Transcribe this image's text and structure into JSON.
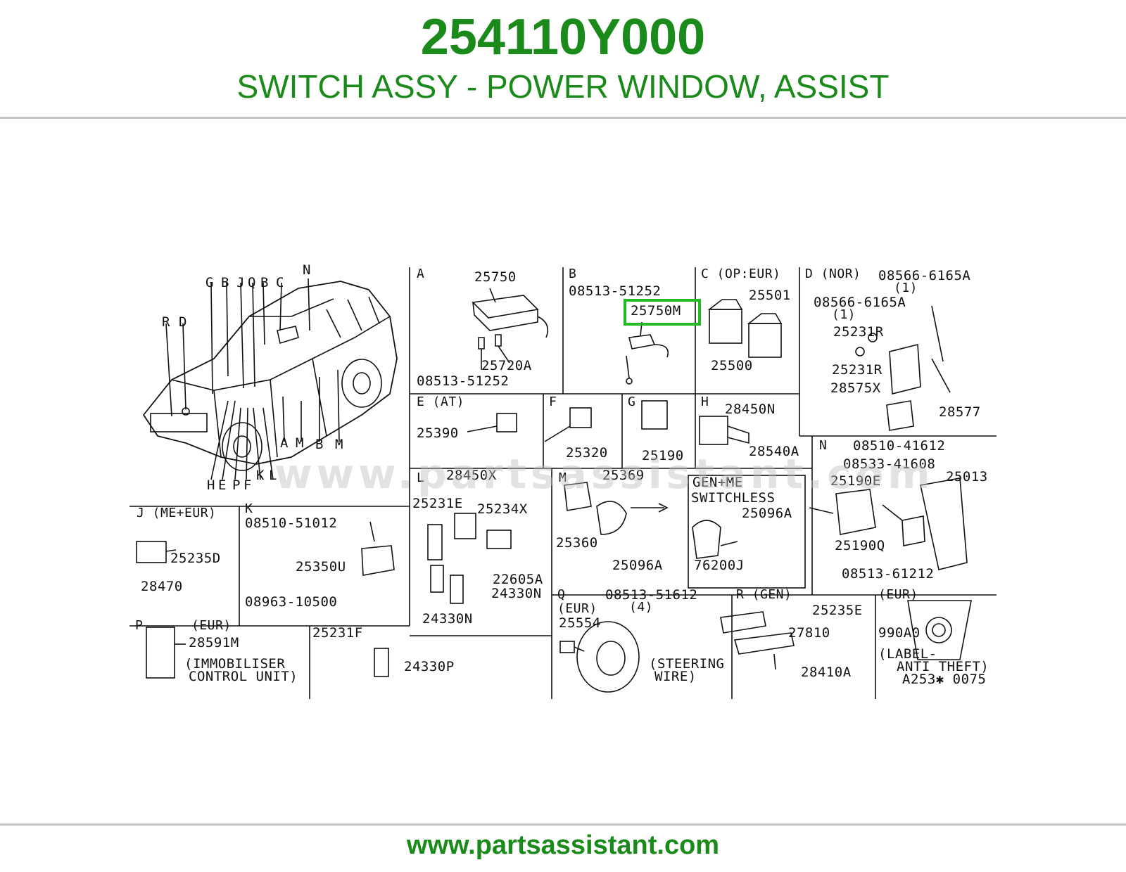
{
  "header": {
    "part_number": "254110Y000",
    "part_name": "SWITCH ASSY - POWER WINDOW, ASSIST"
  },
  "diagram": {
    "highlight_part": "25750M",
    "watermark": "www.partsassistant.com",
    "car_callouts": [
      "R",
      "D",
      "G",
      "B",
      "J",
      "Q",
      "B",
      "C",
      "N",
      "H",
      "E",
      "P",
      "F",
      "K",
      "L",
      "A",
      "M",
      "B",
      "M"
    ],
    "sections": {
      "A": {
        "title": "A",
        "parts": [
          "25750",
          "25720A",
          "08513-51252"
        ]
      },
      "B": {
        "title": "B",
        "parts": [
          "08513-51252",
          "25750M"
        ]
      },
      "C": {
        "title": "C (OP:EUR)",
        "parts": [
          "25501",
          "25500"
        ]
      },
      "D": {
        "title": "D (NOR)",
        "parts": [
          "08566-6165A",
          "(1)",
          "08566-6165A",
          "(1)",
          "25231R",
          "25231R",
          "28575X",
          "28577"
        ]
      },
      "E": {
        "title": "E (AT)",
        "parts": [
          "25390"
        ]
      },
      "F": {
        "title": "F",
        "parts": [
          "25320"
        ]
      },
      "G": {
        "title": "G",
        "parts": [
          "25190"
        ]
      },
      "H": {
        "title": "H",
        "parts": [
          "28450N",
          "28540A"
        ]
      },
      "J": {
        "title": "J (ME+EUR)",
        "parts": [
          "25235D",
          "28470"
        ]
      },
      "K": {
        "title": "K",
        "parts": [
          "08510-51012",
          "25350U",
          "08963-10500"
        ]
      },
      "L": {
        "title": "L",
        "parts": [
          "28450X",
          "25231E",
          "25234X",
          "22605A",
          "24330N",
          "24330N"
        ]
      },
      "M": {
        "title": "M",
        "parts": [
          "25369",
          "25360",
          "25096A"
        ],
        "sub_title": "GEN+ME",
        "sub_title2": "SWITCHLESS",
        "sub_parts": [
          "25096A",
          "76200J"
        ]
      },
      "N": {
        "title": "N",
        "parts": [
          "08510-41612",
          "08533-41608",
          "25190E",
          "25013",
          "25190Q",
          "08513-61212"
        ]
      },
      "P": {
        "title": "P",
        "region": "(EUR)",
        "parts": [
          "28591M",
          "(IMMOBILISER",
          "CONTROL UNIT)",
          "25231F",
          "24330P"
        ]
      },
      "Q": {
        "title": "Q",
        "region": "(EUR)",
        "parts": [
          "08513-51612",
          "(4)",
          "25554",
          "(STEERING",
          "WIRE)"
        ]
      },
      "R": {
        "title": "R (GEN)",
        "parts": [
          "25235E",
          "27810",
          "28410A"
        ]
      },
      "EUR": {
        "title": "(EUR)",
        "parts": [
          "990A0",
          "(LABEL-",
          "ANTI THEFT)",
          "A253✱ 0075"
        ]
      }
    }
  },
  "footer": {
    "site": "www.partsassistant.com"
  }
}
